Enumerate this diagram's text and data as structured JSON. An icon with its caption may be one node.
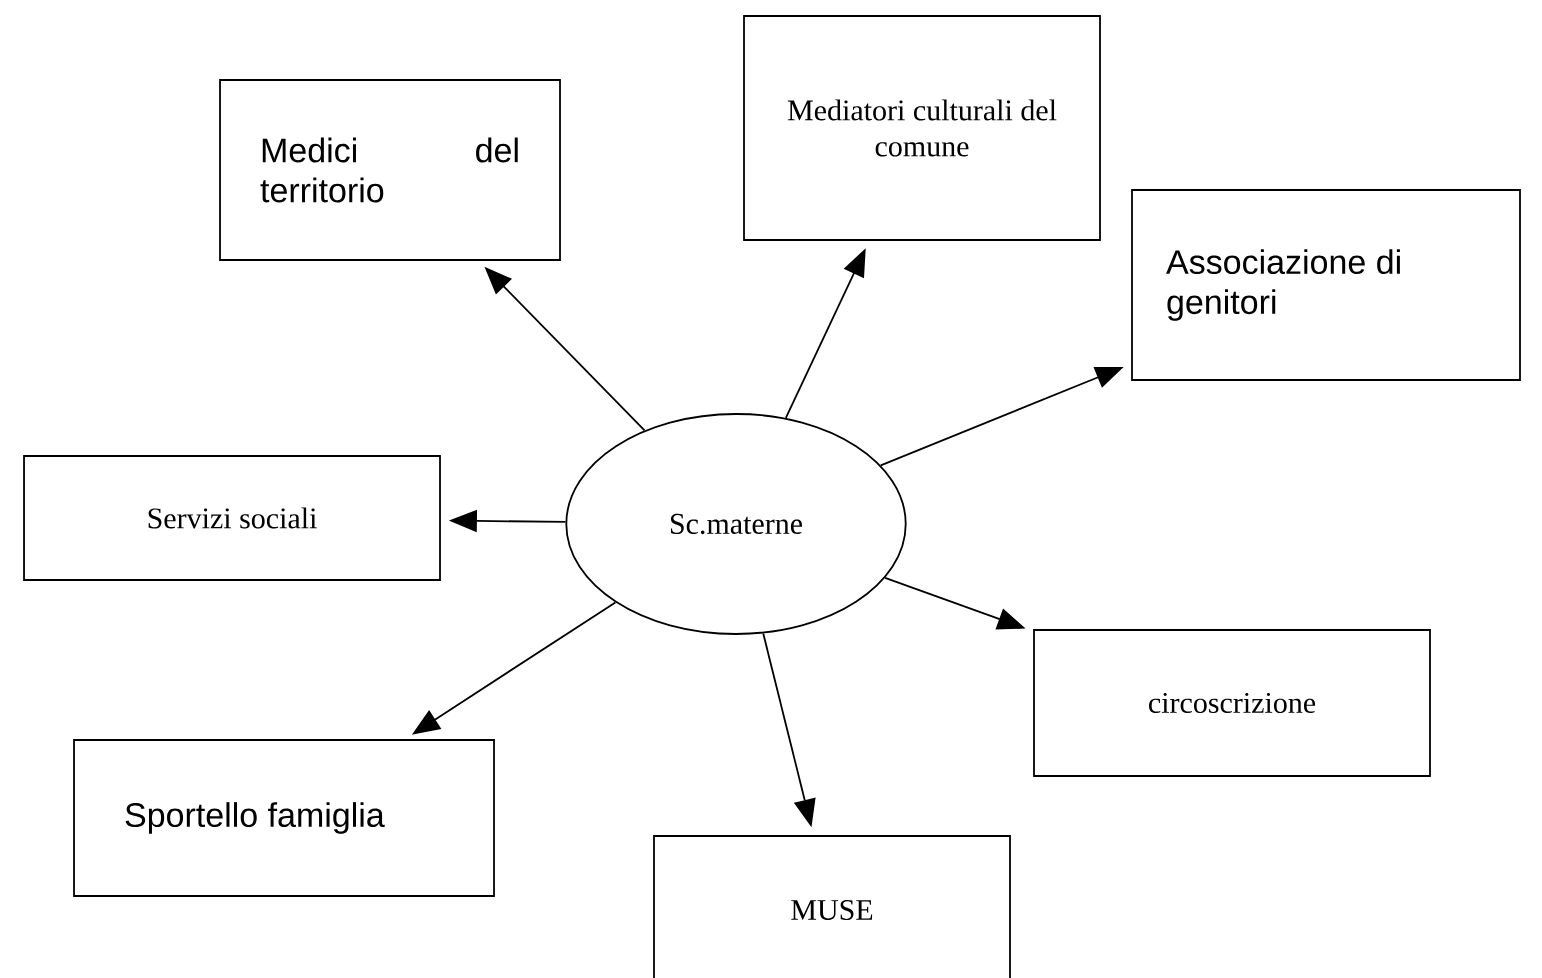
{
  "diagram": {
    "nodes": [
      {
        "text": [
          "Sc.materne"
        ]
      },
      {
        "text": [
          "Medici del territorio"
        ]
      },
      {
        "text": [
          "Mediatori culturali del comune"
        ]
      },
      {
        "text": [
          "Associazione di genitori"
        ]
      },
      {
        "text": [
          "Servizi sociali"
        ]
      },
      {
        "text": [
          "circoscrizione"
        ]
      },
      {
        "text": [
          "Sportello famiglia"
        ]
      },
      {
        "text": [
          "MUSE"
        ]
      }
    ],
    "edges": [
      {
        "from": 0,
        "to": 1,
        "arrow": "to"
      },
      {
        "from": 0,
        "to": 2,
        "arrow": "to"
      },
      {
        "from": 0,
        "to": 3,
        "arrow": "to"
      },
      {
        "from": 0,
        "to": 4,
        "arrow": "to"
      },
      {
        "from": 0,
        "to": 5,
        "arrow": "to"
      },
      {
        "from": 0,
        "to": 6,
        "arrow": "to"
      },
      {
        "from": 0,
        "to": 7,
        "arrow": "to"
      }
    ]
  }
}
